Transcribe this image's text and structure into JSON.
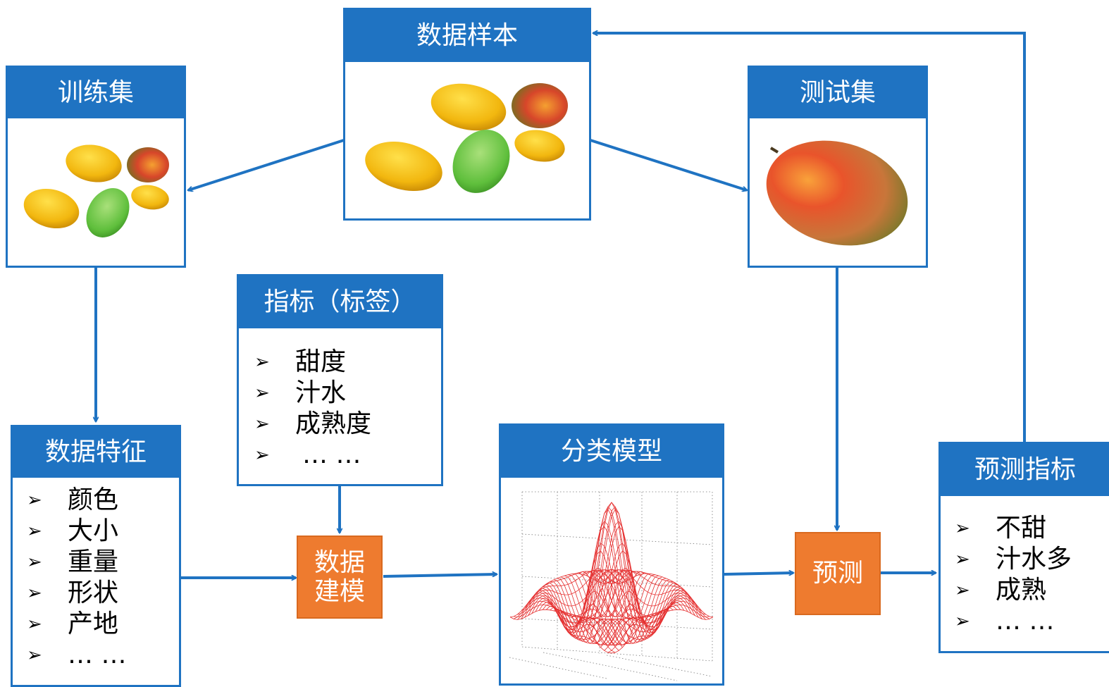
{
  "colors": {
    "accent": "#1F73C2",
    "process": "#EE7B2F",
    "wire": "#E53030"
  },
  "nodes": {
    "data_sample": {
      "title": "数据样本"
    },
    "train_set": {
      "title": "训练集"
    },
    "test_set": {
      "title": "测试集"
    },
    "label": {
      "title": "指标（标签）",
      "items": [
        "甜度",
        "汁水",
        "成熟度",
        "… …"
      ]
    },
    "features": {
      "title": "数据特征",
      "items": [
        "颜色",
        "大小",
        "重量",
        "形状",
        "产地",
        "… …"
      ]
    },
    "modeling": {
      "line1": "数据",
      "line2": "建模"
    },
    "classifier": {
      "title": "分类模型"
    },
    "predict": {
      "label": "预测"
    },
    "predicted_label": {
      "title": "预测指标",
      "items": [
        "不甜",
        "汁水多",
        "成熟",
        "… …"
      ]
    }
  },
  "bullet": "➢"
}
